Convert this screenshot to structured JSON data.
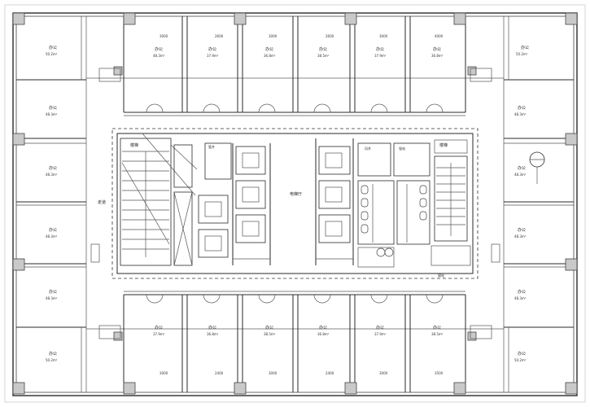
{
  "plan": {
    "office_label": "办公",
    "corridor_label": "走道",
    "lift_hall_label": "电梯厅",
    "stair_label": "楼梯",
    "shaft_labels": [
      "管井",
      "风井",
      "强电",
      "弱电"
    ],
    "dims": [
      "3000",
      "2600",
      "4000",
      "2400",
      "3500"
    ],
    "areas": [
      "48.3m²",
      "37.9m²",
      "36.8m²",
      "38.5m²",
      "50.2m²"
    ]
  }
}
